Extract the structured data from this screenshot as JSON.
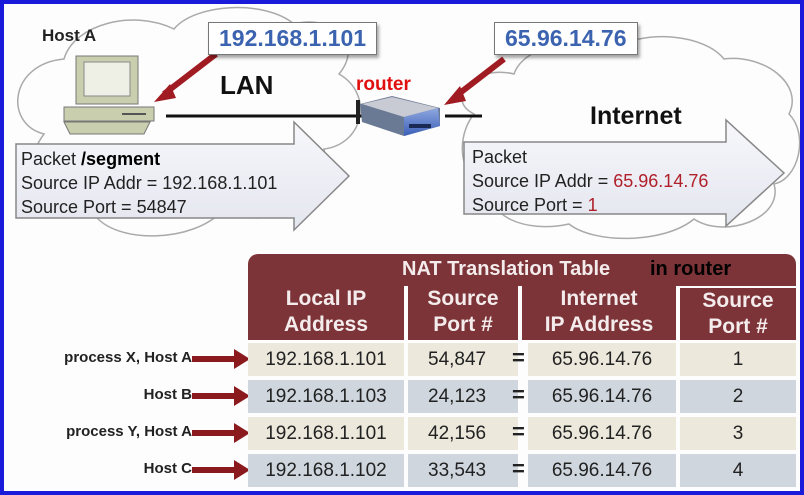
{
  "diagram": {
    "host_label": "Host A",
    "lan_label": "LAN",
    "router_label": "router",
    "internet_label": "Internet",
    "local_ip_callout": "192.168.1.101",
    "public_ip_callout": "65.96.14.76",
    "lan_packet": {
      "title": "Packet",
      "title_suffix": "/segment",
      "source_ip_label": "Source IP Addr = ",
      "source_ip": "192.168.1.101",
      "source_port_label": "Source Port = ",
      "source_port": "54847"
    },
    "internet_packet": {
      "title": "Packet",
      "source_ip_label": "Source IP Addr = ",
      "source_ip": "65.96.14.76",
      "source_port_label": "Source Port = ",
      "source_port": "1"
    }
  },
  "nat_table": {
    "title": "NAT Translation Table",
    "title_note": "in router",
    "columns": [
      {
        "line1": "Local IP",
        "line2": "Address"
      },
      {
        "line1": "Source",
        "line2": "Port #"
      },
      {
        "line1": "Internet",
        "line2": "IP Address"
      },
      {
        "line1": "Source",
        "line2": "Port #"
      }
    ],
    "rows": [
      {
        "label": "process X, Host A",
        "local_ip": "192.168.1.101",
        "local_port": "54,847",
        "eq": "=",
        "public_ip": "65.96.14.76",
        "public_port": "1"
      },
      {
        "label": "Host B",
        "local_ip": "192.168.1.103",
        "local_port": "24,123",
        "eq": "=",
        "public_ip": "65.96.14.76",
        "public_port": "2"
      },
      {
        "label": "process Y, Host A",
        "local_ip": "192.168.1.101",
        "local_port": "42,156",
        "eq": "=",
        "public_ip": "65.96.14.76",
        "public_port": "3"
      },
      {
        "label": "Host C",
        "local_ip": "192.168.1.102",
        "local_port": "33,543",
        "eq": "=",
        "public_ip": "65.96.14.76",
        "public_port": "4"
      }
    ]
  },
  "colors": {
    "border": "#1a1adb",
    "callout_text": "#3b63b0",
    "router_label": "#e01010",
    "highlight_red": "#b0202a",
    "table_header": "#7d3438",
    "row_light": "#ece8dc",
    "row_blue": "#cfd6de",
    "arrow": "#8b1a1e"
  }
}
